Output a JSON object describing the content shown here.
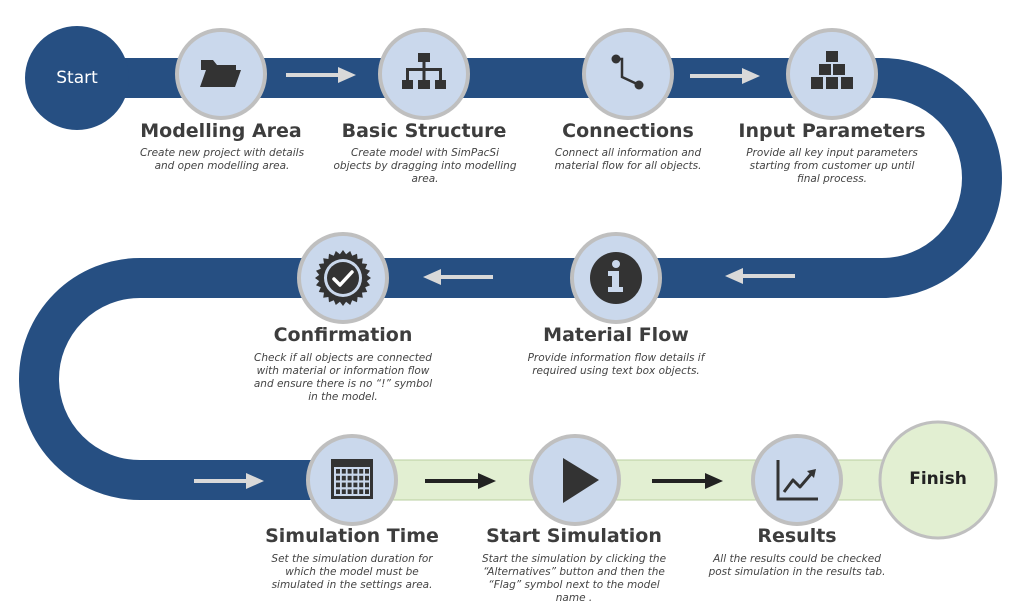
{
  "start_label": "Start",
  "finish_label": "Finish",
  "colors": {
    "track": "#264f82",
    "track_done": "#e2efd2",
    "node_fill": "#cad8ec",
    "node_ring": "#bfbfbf",
    "icon": "#333333",
    "arrow_light": "#d9d9d9",
    "arrow_dark": "#222222"
  },
  "steps": [
    {
      "title": "Modelling Area",
      "icon": "folder-icon",
      "description": "Create new project with details and open modelling area."
    },
    {
      "title": "Basic Structure",
      "icon": "hierarchy-icon",
      "description": "Create model with SimPacSi objects by dragging into modelling area."
    },
    {
      "title": "Connections",
      "icon": "connection-icon",
      "description": "Connect all information and material flow for all objects."
    },
    {
      "title": "Input Parameters",
      "icon": "boxes-icon",
      "description": "Provide all key input parameters starting from customer up until final process."
    },
    {
      "title": "Material Flow",
      "icon": "info-icon",
      "description": "Provide information flow details if required using text box objects."
    },
    {
      "title": "Confirmation",
      "icon": "check-badge-icon",
      "description": "Check if all objects are connected with material or information flow and ensure there is no “!” symbol in the model."
    },
    {
      "title": "Simulation Time",
      "icon": "calendar-icon",
      "description": "Set the simulation duration for which the model must be simulated in the settings area."
    },
    {
      "title": "Start Simulation",
      "icon": "play-icon",
      "description": "Start the simulation by clicking the “Alternatives” button and then the “Flag” symbol next to the model name ."
    },
    {
      "title": "Results",
      "icon": "chart-icon",
      "description": "All the results could be checked post simulation in the results tab."
    }
  ]
}
